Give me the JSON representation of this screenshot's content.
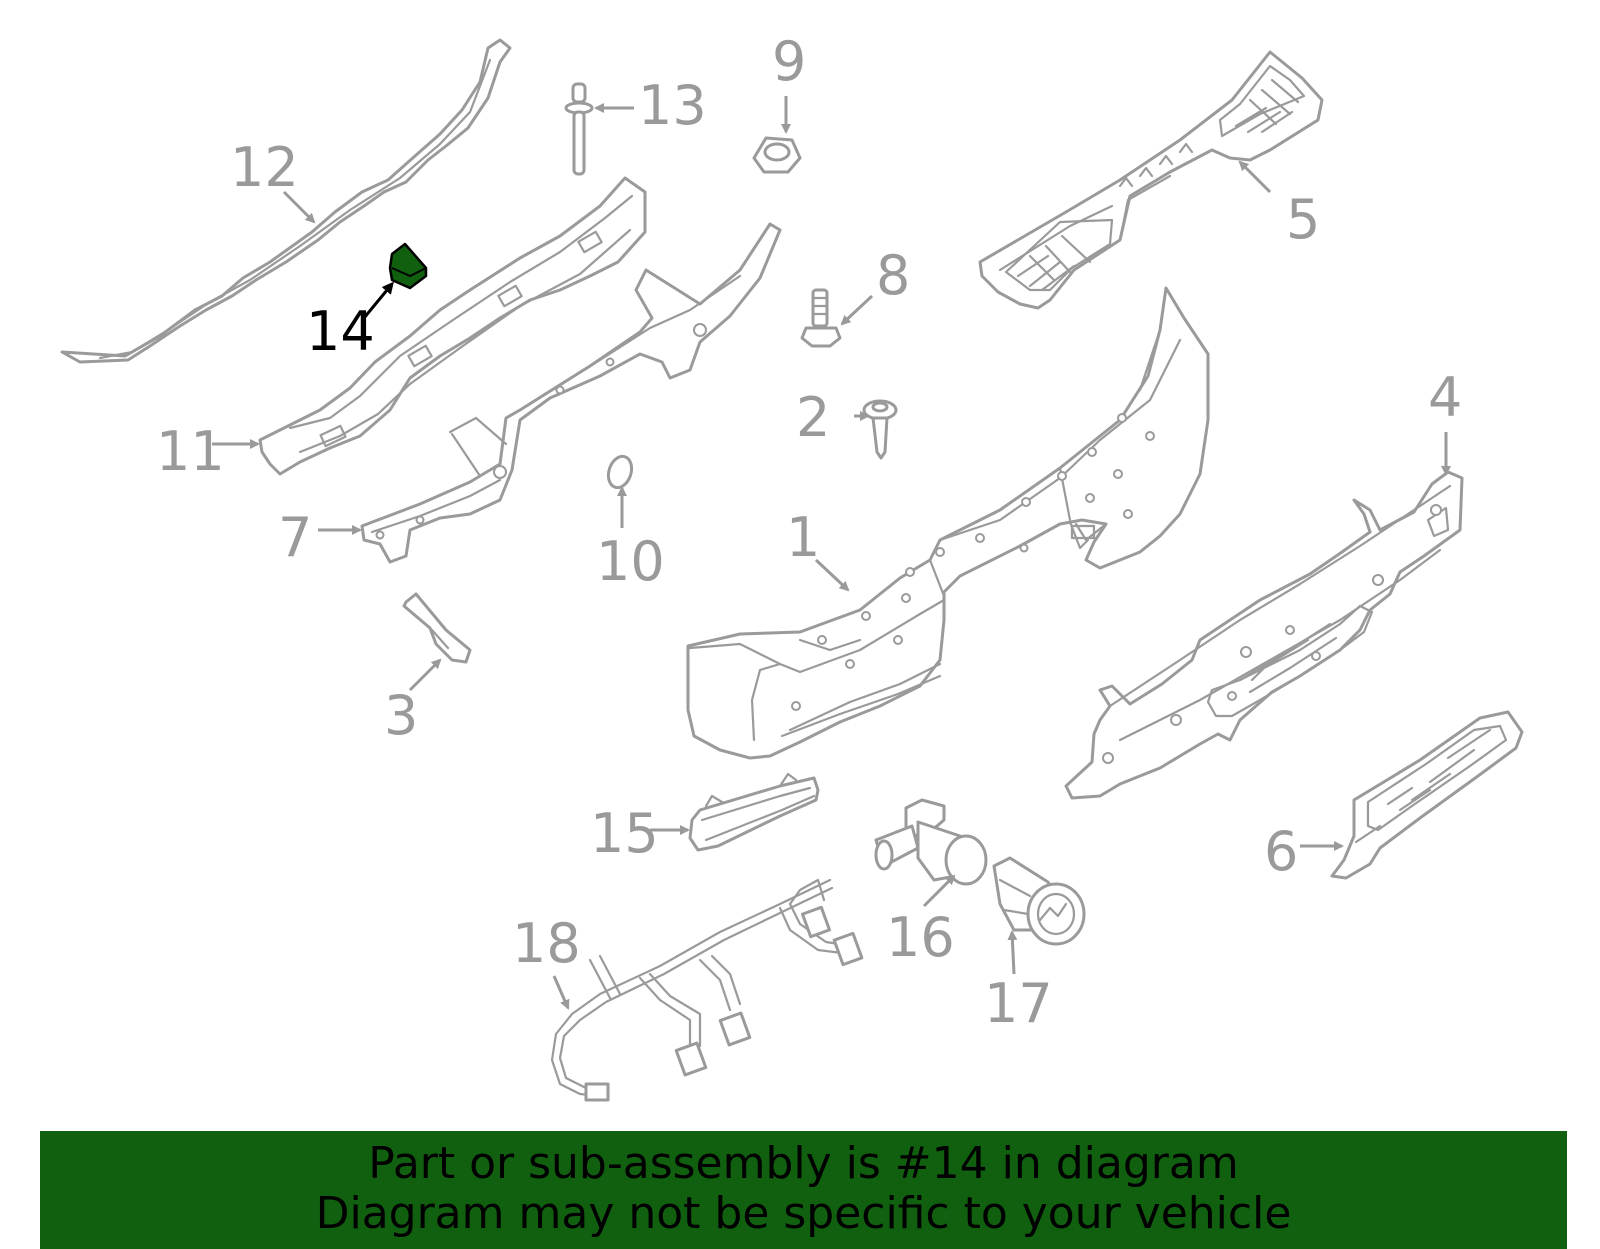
{
  "diagram": {
    "highlighted_part": "14",
    "highlight_color": "#106010",
    "line_color": "#9a9a9a",
    "callouts": [
      "1",
      "2",
      "3",
      "4",
      "5",
      "6",
      "7",
      "8",
      "9",
      "10",
      "11",
      "12",
      "13",
      "14",
      "15",
      "16",
      "17",
      "18"
    ]
  },
  "banner": {
    "line1": "Part or sub-assembly is #14 in diagram",
    "line2": "Diagram may not be specific to your vehicle",
    "background": "#106010"
  }
}
